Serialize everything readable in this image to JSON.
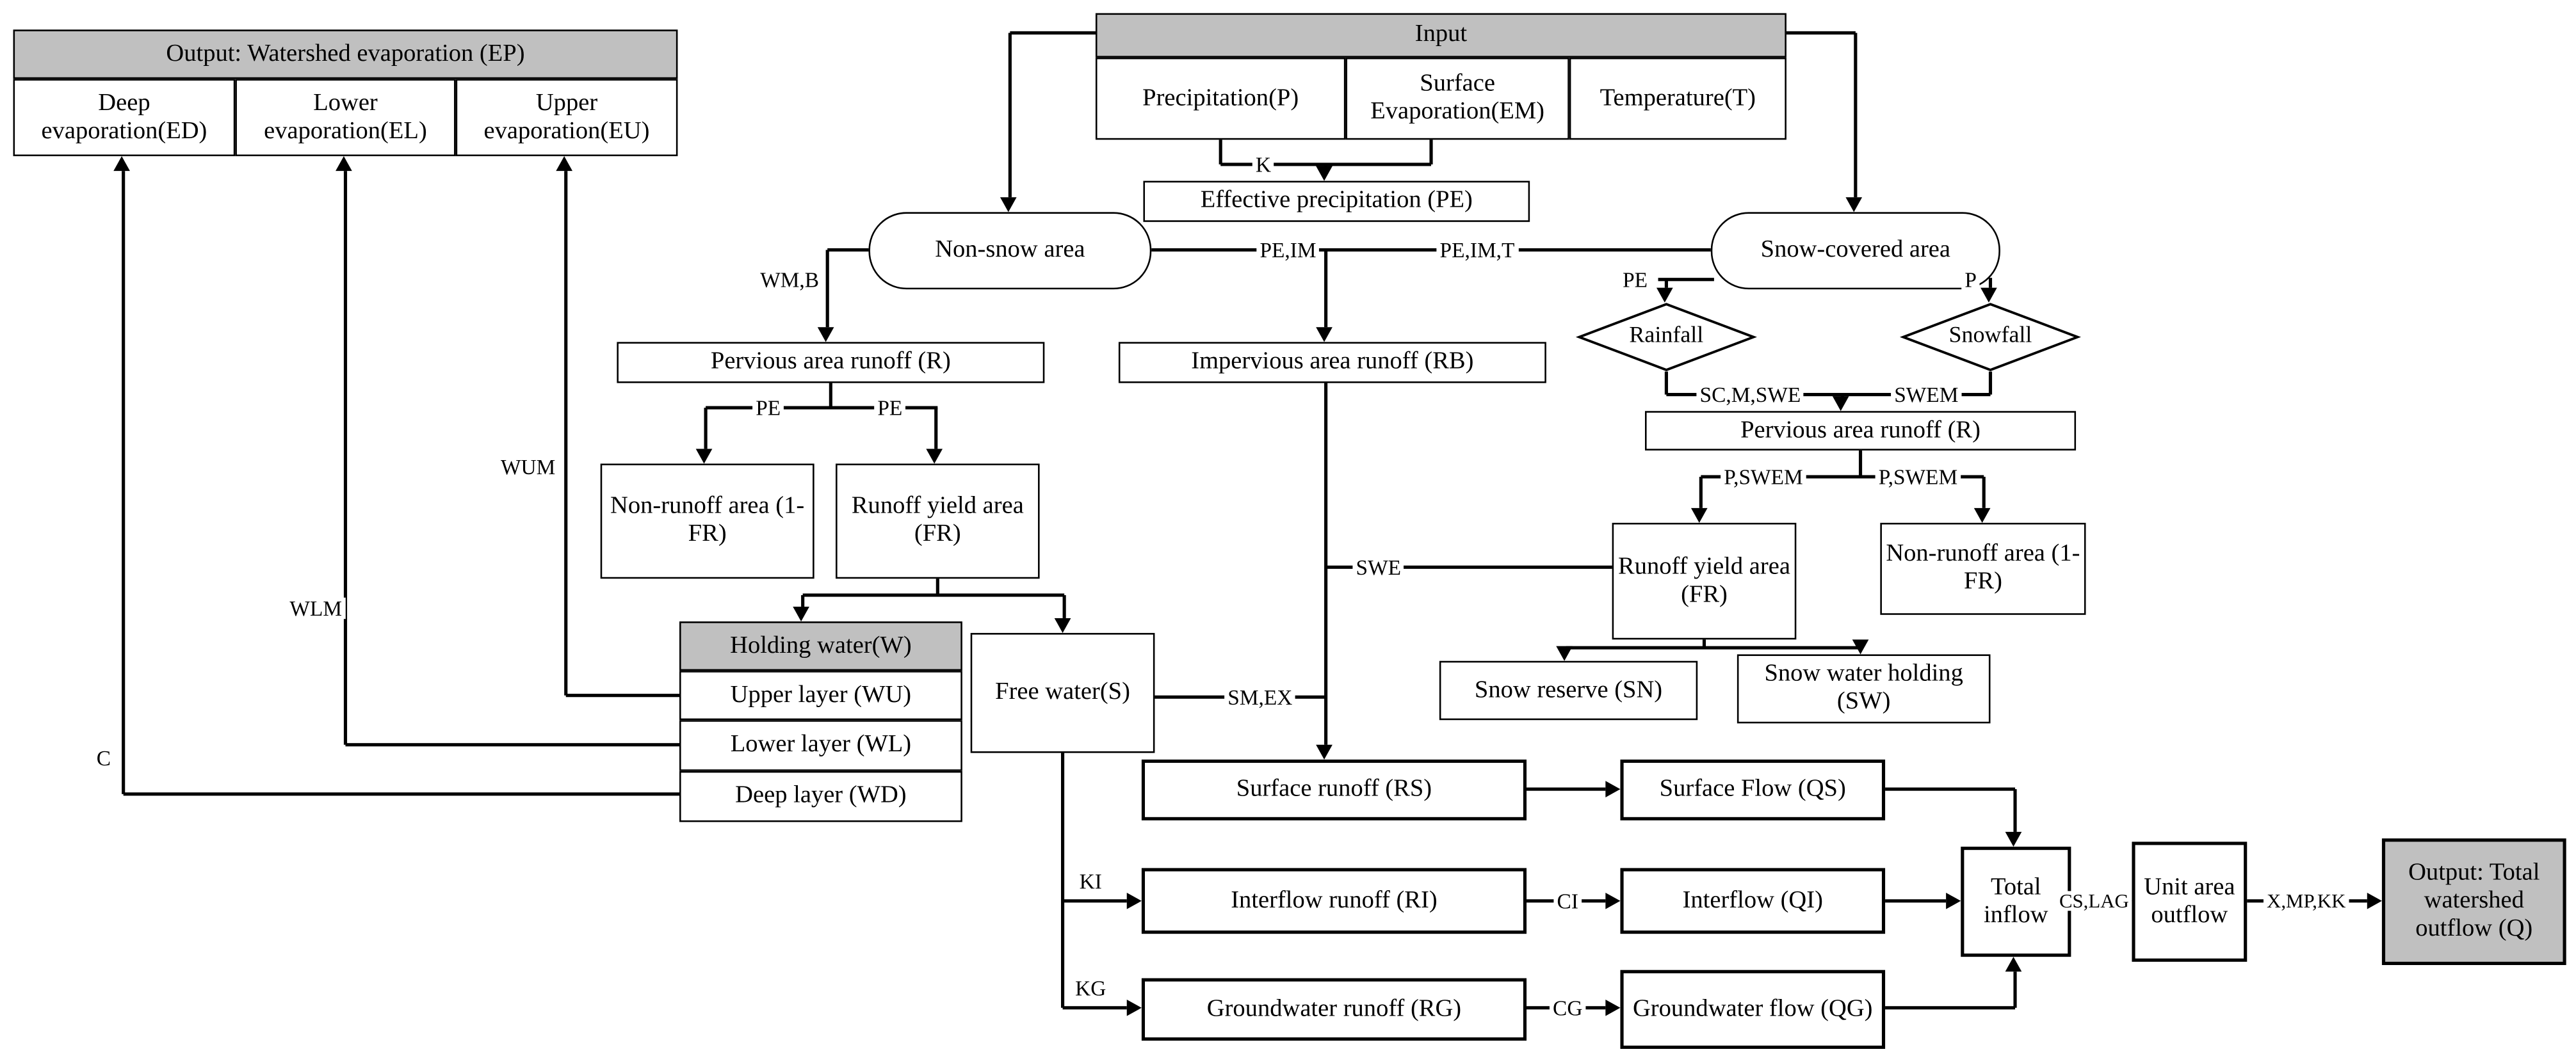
{
  "colors": {
    "header_fill": "#c0c0c0",
    "box_fill": "#ffffff",
    "line_color": "#000000"
  },
  "nodes": {
    "evap_header": "Output: Watershed evaporation (EP)",
    "evap_deep": "Deep evaporation(ED)",
    "evap_lower": "Lower evaporation(EL)",
    "evap_upper": "Upper evaporation(EU)",
    "input_header": "Input",
    "input_precipitation": "Precipitation(P)",
    "input_surface_evaporation": "Surface Evaporation(EM)",
    "input_temperature": "Temperature(T)",
    "effective_precipitation": "Effective precipitation (PE)",
    "non_snow_area": "Non-snow area",
    "snow_covered_area": "Snow-covered area",
    "pervious_runoff_left": "Pervious area runoff (R)",
    "impervious_runoff": "Impervious area runoff (RB)",
    "rainfall": "Rainfall",
    "snowfall": "Snowfall",
    "pervious_runoff_right": "Pervious area runoff (R)",
    "non_runoff_left": "Non-runoff area (1-FR)",
    "runoff_yield_left": "Runoff yield area (FR)",
    "runoff_yield_right": "Runoff yield area (FR)",
    "non_runoff_right": "Non-runoff area (1-FR)",
    "holding_header": "Holding water(W)",
    "upper_layer": "Upper layer (WU)",
    "lower_layer": "Lower layer (WL)",
    "deep_layer": "Deep layer (WD)",
    "free_water": "Free water(S)",
    "snow_reserve": "Snow reserve (SN)",
    "snow_water_holding": "Snow water holding (SW)",
    "surface_runoff": "Surface runoff (RS)",
    "surface_flow": "Surface Flow (QS)",
    "interflow_runoff": "Interflow runoff (RI)",
    "interflow": "Interflow (QI)",
    "groundwater_runoff": "Groundwater runoff (RG)",
    "groundwater_flow": "Groundwater flow (QG)",
    "total_inflow": "Total inflow",
    "unit_area_outflow": "Unit area outflow",
    "output_total": "Output: Total watershed outflow (Q)"
  },
  "edge_labels": {
    "k": "K",
    "wm_b": "WM,B",
    "pe_im": "PE,IM",
    "pe_im_t": "PE,IM,T",
    "pe_rainfall": "PE",
    "p_snowfall": "P",
    "sc_m_swe": "SC,M,SWE",
    "swem": "SWEM",
    "p_swem_left": "P,SWEM",
    "p_swem_right": "P,SWEM",
    "swe": "SWE",
    "sm_ex": "SM,EX",
    "pe_split_left": "PE",
    "pe_split_right": "PE",
    "wum": "WUM",
    "wlm": "WLM",
    "c": "C",
    "ki": "KI",
    "kg": "KG",
    "ci": "CI",
    "cg": "CG",
    "cs_lag": "CS,LAG",
    "x_mp_kk": "X,MP,KK"
  }
}
